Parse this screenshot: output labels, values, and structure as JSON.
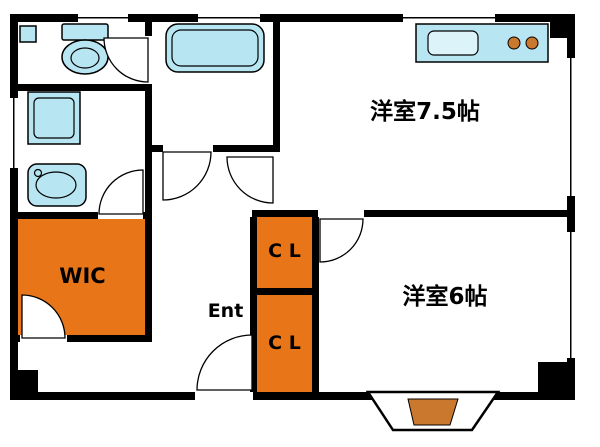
{
  "floorplan": {
    "title": "apartment-floor-plan",
    "labels": {
      "room_75": "洋室7.5帖",
      "room_6": "洋室6帖",
      "wic": "WIC",
      "entrance": "Ent",
      "closet_top": "C L",
      "closet_bottom": "C L"
    },
    "colors": {
      "wall": "#000000",
      "closet_fill": "#e87518",
      "fixture_fill": "#b8e5f2",
      "bay_fill": "#c9782e",
      "room_fill": "#ffffff"
    },
    "fixtures": [
      {
        "name": "toilet-icon"
      },
      {
        "name": "washing-machine-icon"
      },
      {
        "name": "washbasin-icon"
      },
      {
        "name": "bathtub-icon"
      },
      {
        "name": "kitchen-counter-icon"
      },
      {
        "name": "stove-burners-icon"
      },
      {
        "name": "bay-window"
      }
    ]
  }
}
